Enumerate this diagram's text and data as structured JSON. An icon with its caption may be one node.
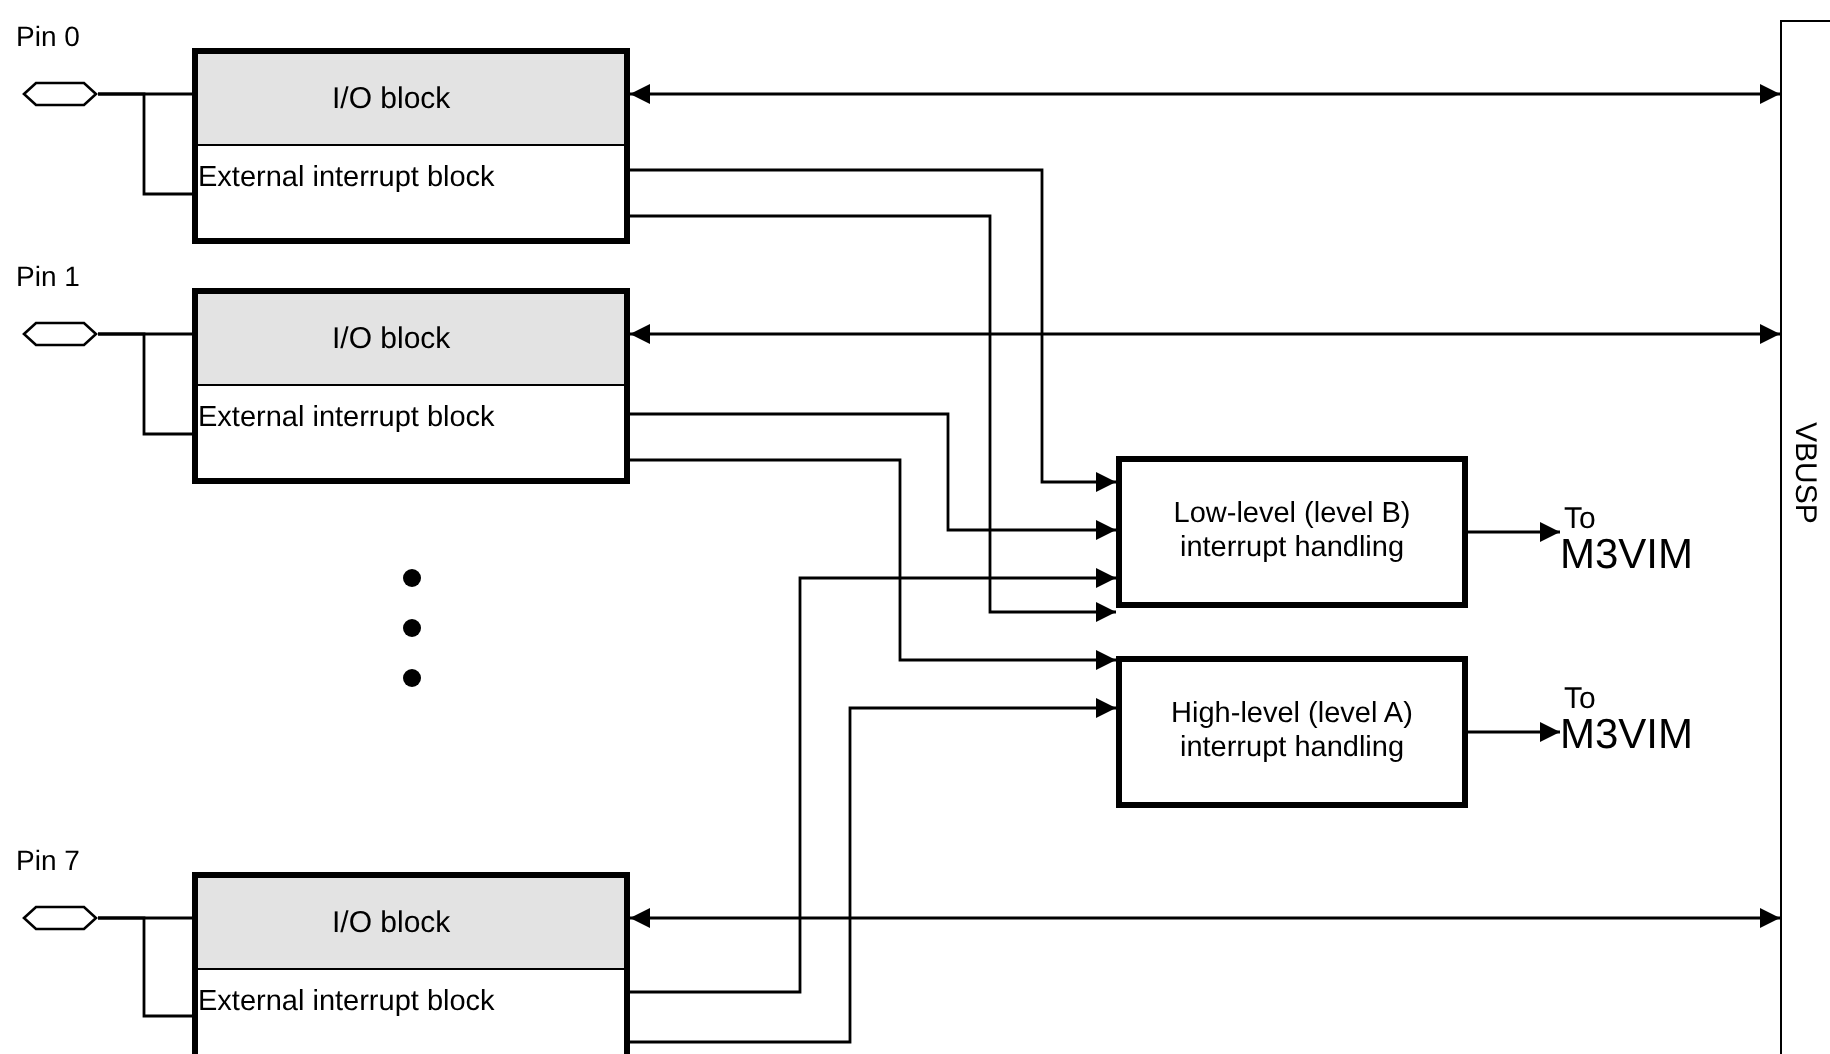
{
  "diagram": {
    "nodes": [
      {
        "text": [
          "Pin 0"
        ]
      },
      {
        "text": [],
        "shape": "box"
      },
      {
        "text": [
          "I/O block"
        ],
        "in": 1
      },
      {
        "text": [
          "External interrupt block"
        ],
        "in": 1
      },
      {
        "text": [
          "Pin 1"
        ]
      },
      {
        "text": [],
        "shape": "box"
      },
      {
        "text": [
          "I/O block"
        ],
        "in": 5
      },
      {
        "text": [
          "External interrupt block"
        ],
        "in": 5
      },
      {
        "text": [
          "Pin 7"
        ]
      },
      {
        "text": [],
        "shape": "box"
      },
      {
        "text": [
          "I/O block"
        ],
        "in": 9
      },
      {
        "text": [
          "External interrupt block"
        ],
        "in": 9
      },
      {
        "text": [
          "Low-level (level B) interrupt handling"
        ]
      },
      {
        "text": [
          "High-level (level A) interrupt handling"
        ]
      },
      {
        "text": [
          "To",
          "M3VIM"
        ]
      },
      {
        "text": [
          "To",
          "M3VIM"
        ]
      },
      {
        "text": [
          "VBUSP"
        ]
      }
    ],
    "edges": [
      {
        "from": 0,
        "to": 2,
        "arrow": "none"
      },
      {
        "from": 0,
        "to": 3,
        "arrow": "none"
      },
      {
        "from": 2,
        "to": 16,
        "arrow": "both"
      },
      {
        "from": 3,
        "to": 12,
        "arrow": "to"
      },
      {
        "from": 3,
        "to": 13,
        "arrow": "to"
      },
      {
        "from": 4,
        "to": 6,
        "arrow": "none"
      },
      {
        "from": 4,
        "to": 7,
        "arrow": "none"
      },
      {
        "from": 6,
        "to": 16,
        "arrow": "both"
      },
      {
        "from": 7,
        "to": 12,
        "arrow": "to"
      },
      {
        "from": 7,
        "to": 13,
        "arrow": "to"
      },
      {
        "from": 8,
        "to": 10,
        "arrow": "none"
      },
      {
        "from": 8,
        "to": 11,
        "arrow": "none"
      },
      {
        "from": 10,
        "to": 16,
        "arrow": "both"
      },
      {
        "from": 11,
        "to": 12,
        "arrow": "to"
      },
      {
        "from": 11,
        "to": 13,
        "arrow": "to"
      },
      {
        "from": 12,
        "to": 14,
        "arrow": "to"
      },
      {
        "from": 13,
        "to": 15,
        "arrow": "to"
      }
    ]
  }
}
